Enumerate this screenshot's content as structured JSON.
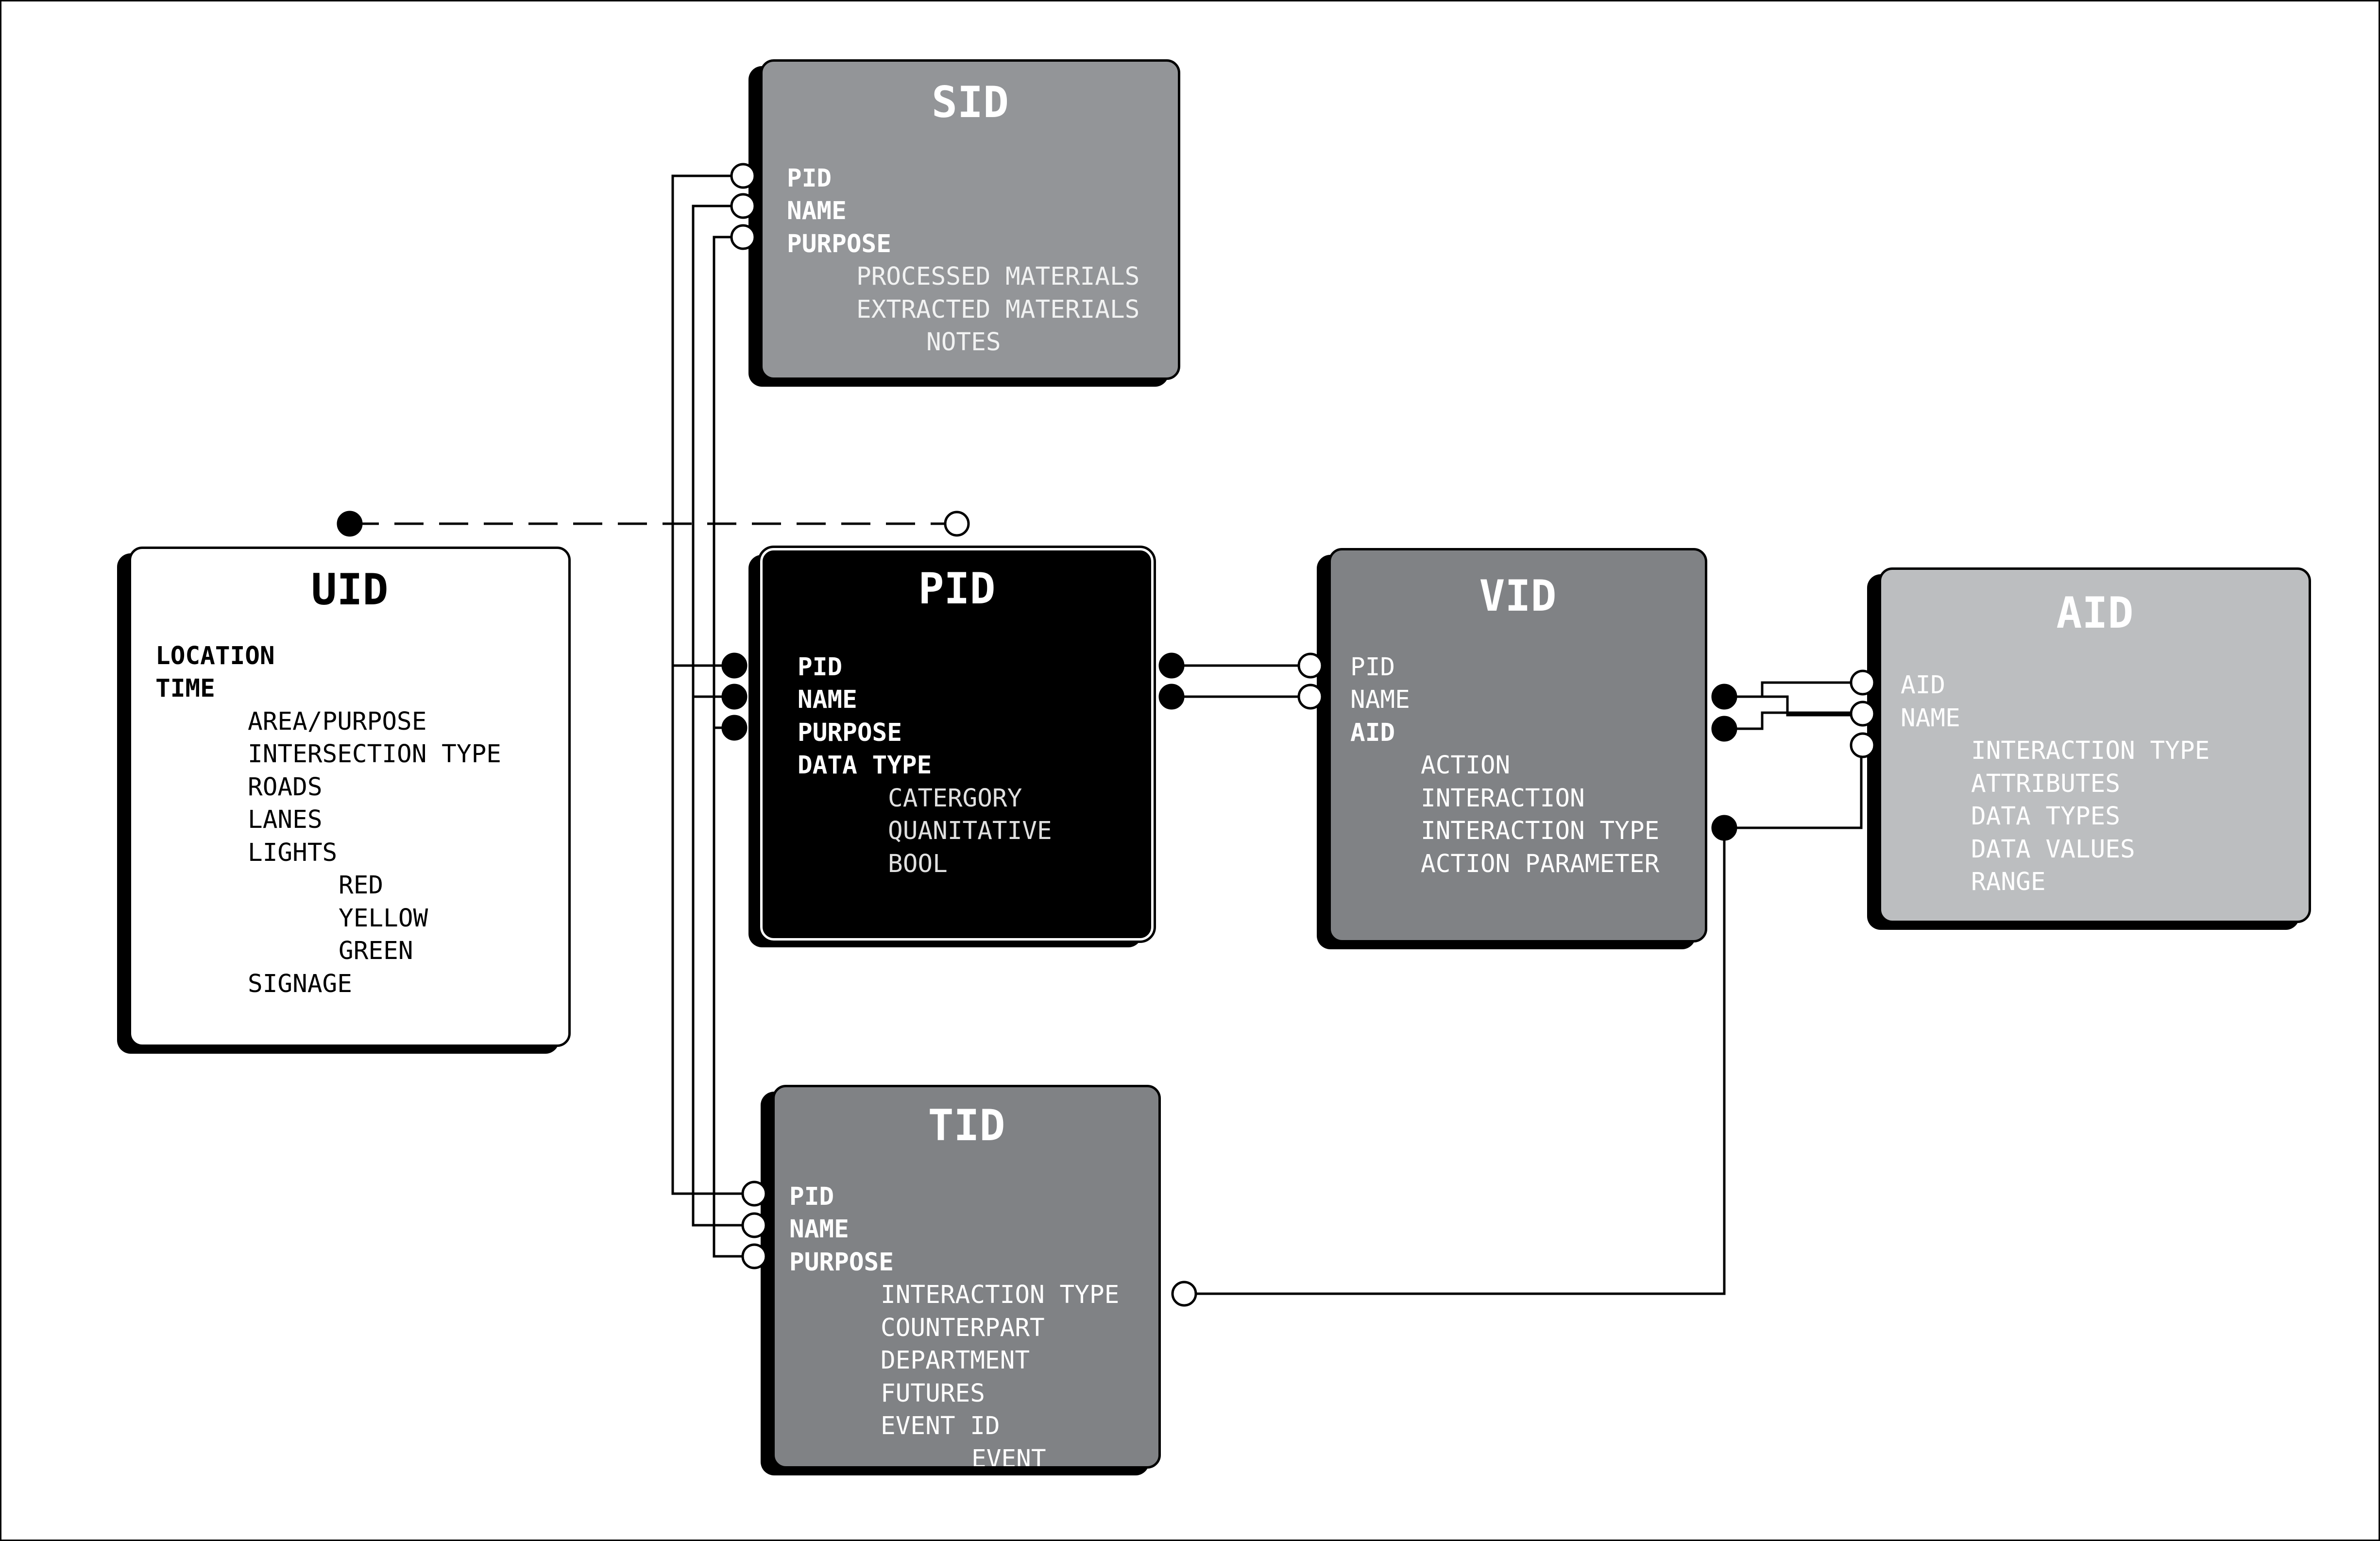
{
  "entities": {
    "uid": {
      "title": "UID",
      "keys": [
        "LOCATION",
        "TIME"
      ],
      "attributes": [
        "AREA/PURPOSE",
        "INTERSECTION TYPE",
        "ROADS",
        "LANES",
        "LIGHTS"
      ],
      "lights": [
        "RED",
        "YELLOW",
        "GREEN"
      ],
      "tail": [
        "SIGNAGE"
      ]
    },
    "sid": {
      "title": "SID",
      "keys": [
        "PID",
        "NAME",
        "PURPOSE"
      ],
      "attributes": [
        "PROCESSED MATERIALS",
        "EXTRACTED MATERIALS"
      ],
      "sub": [
        "NOTES"
      ]
    },
    "pid": {
      "title": "PID",
      "keys": [
        "PID",
        "NAME",
        "PURPOSE",
        "DATA TYPE"
      ],
      "attributes": [
        "CATERGORY",
        "QUANITATIVE",
        "BOOL"
      ]
    },
    "vid": {
      "title": "VID",
      "keys": [
        "PID",
        "NAME",
        "AID"
      ],
      "attributes": [
        "ACTION",
        "INTERACTION",
        "INTERACTION TYPE",
        "ACTION PARAMETER"
      ]
    },
    "aid": {
      "title": "AID",
      "keys": [
        "AID",
        "NAME"
      ],
      "attributes": [
        "INTERACTION TYPE",
        "ATTRIBUTES",
        "DATA TYPES",
        "DATA VALUES",
        "RANGE"
      ]
    },
    "tid": {
      "title": "TID",
      "keys": [
        "PID",
        "NAME",
        "PURPOSE"
      ],
      "attributes": [
        "INTERACTION TYPE",
        "COUNTERPART",
        "DEPARTMENT",
        "FUTURES",
        "EVENT ID"
      ],
      "sub": [
        "EVENT"
      ]
    }
  },
  "colors": {
    "uid_fill": "#ffffff",
    "sid_fill": "#939598",
    "pid_fill": "#000000",
    "vid_fill": "#808285",
    "aid_fill": "#bcbec0",
    "tid_fill": "#808285",
    "line": "#000000"
  }
}
